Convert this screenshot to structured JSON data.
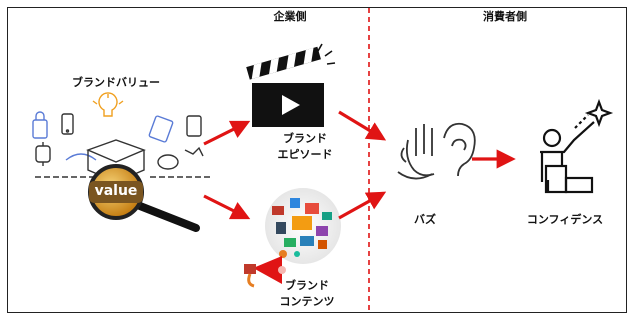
{
  "headers": {
    "company_side": "企業側",
    "consumer_side": "消費者側"
  },
  "labels": {
    "brand_value": "ブランドバリュー",
    "value_word": "value",
    "brand_episode_line1": "ブランド",
    "brand_episode_line2": "エピソード",
    "brand_content_line1": "ブランド",
    "brand_content_line2": "コンテンツ",
    "buzz": "バズ",
    "confidence": "コンフィデンス"
  },
  "colors": {
    "arrow": "#e01414",
    "divider": "#e01414",
    "magnifier_lens": "#e9a21f",
    "value_badge": "#7a5520"
  },
  "icons": [
    "product-collage-icon",
    "magnifier-icon",
    "clapperboard-icon",
    "content-sphere-icon",
    "megaphone-icon",
    "listening-ear-icon",
    "confident-person-icon"
  ]
}
